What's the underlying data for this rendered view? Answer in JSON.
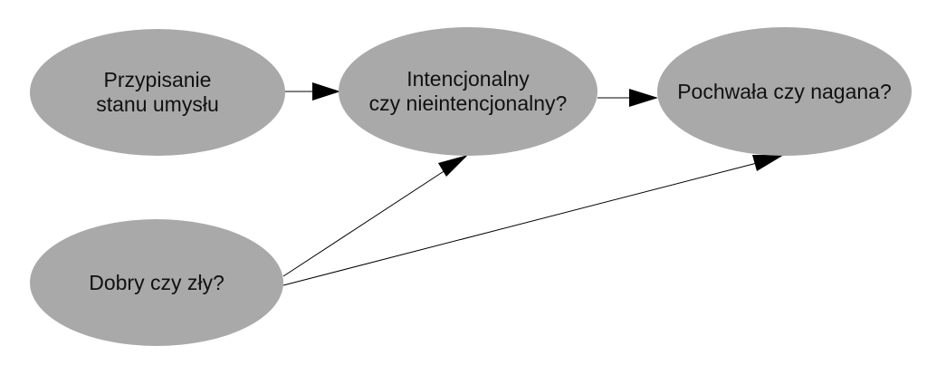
{
  "colors": {
    "node_fill": "#a9a9a9",
    "edge": "#000000",
    "background": "#ffffff"
  },
  "nodes": [
    {
      "id": "n-przypisanie",
      "label": "Przypisanie\nstanu umysłu"
    },
    {
      "id": "n-intencjonalny",
      "label": "Intencjonalny\nczy nieintencjonalny?"
    },
    {
      "id": "n-pochwala",
      "label": "Pochwała czy nagana?"
    },
    {
      "id": "n-dobry",
      "label": "Dobry czy zły?"
    }
  ],
  "edges": [
    {
      "from": "n-przypisanie",
      "to": "n-intencjonalny"
    },
    {
      "from": "n-intencjonalny",
      "to": "n-pochwala"
    },
    {
      "from": "n-dobry",
      "to": "n-intencjonalny"
    },
    {
      "from": "n-dobry",
      "to": "n-pochwala"
    }
  ]
}
